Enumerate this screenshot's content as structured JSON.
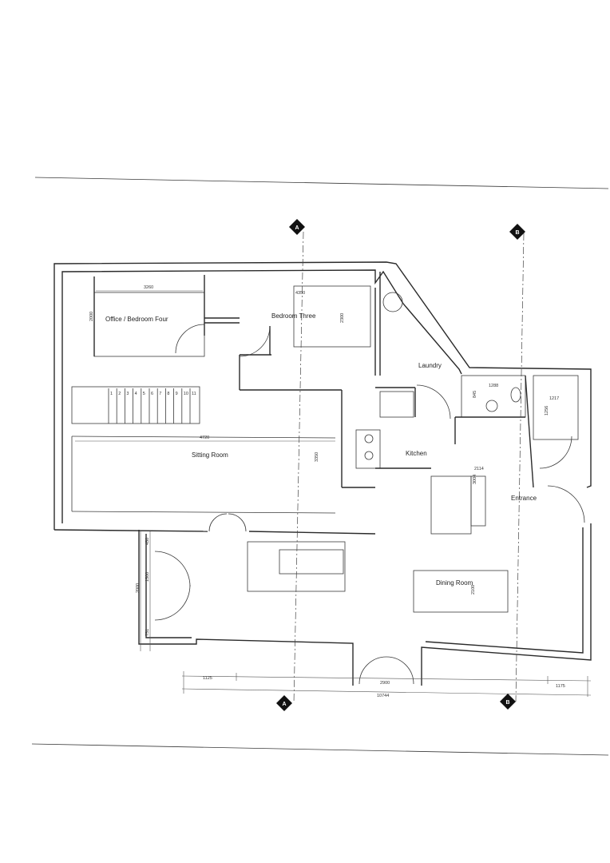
{
  "rooms": {
    "office": "Office / Bedroom Four",
    "bedroom_three": "Bedroom Three",
    "laundry": "Laundry",
    "sitting": "Sitting Room",
    "kitchen": "Kitchen",
    "entrance": "Entrance",
    "dining": "Dining Room"
  },
  "section_markers": {
    "a": "A",
    "b": "B"
  },
  "stair_numbers": [
    "1",
    "2",
    "3",
    "4",
    "5",
    "6",
    "7",
    "8",
    "9",
    "10",
    "11"
  ],
  "dimensions": {
    "office_width": "3260",
    "office_depth": "2000",
    "bedroom_width": "4350",
    "bedroom_depth": "2300",
    "sitting_width": "4720",
    "sitting_depth": "3350",
    "ensuite_width": "1288",
    "ensuite_depth": "845",
    "entry_width": "1217",
    "entry_depth": "1256",
    "kitchen_width": "2114",
    "kitchen_depth": "3004",
    "dining_depth": "2100",
    "porch_a": "450",
    "porch_b": "1500",
    "porch_total": "2000",
    "porch_c": "751",
    "bottom_left": "1125",
    "bottom_door": "2900",
    "bottom_right": "1175",
    "bottom_total": "10744"
  }
}
